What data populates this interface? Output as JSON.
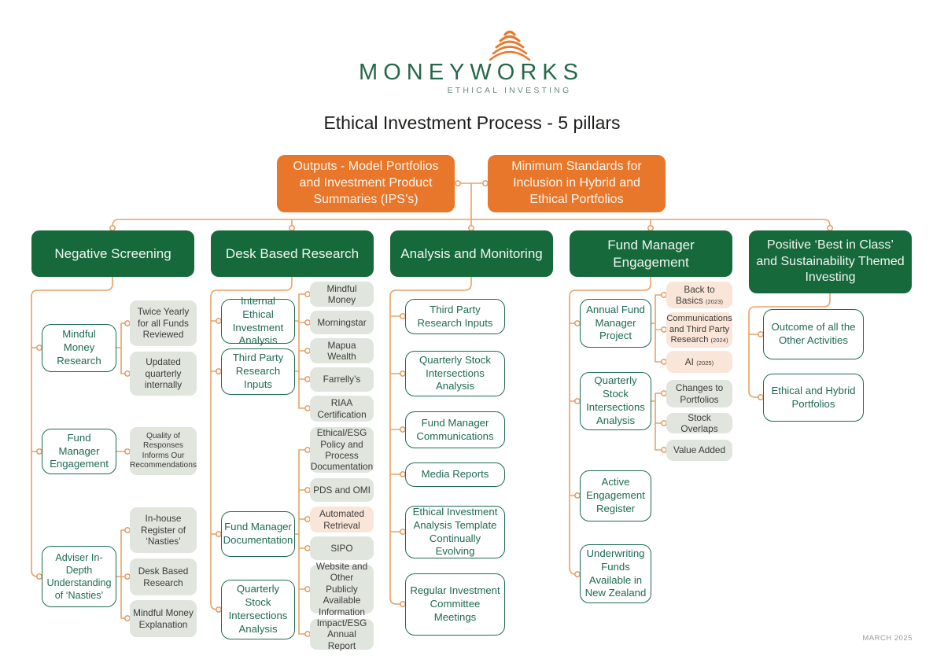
{
  "logo": {
    "brand": "MONEYWORKS",
    "tagline": "ETHICAL INVESTING",
    "icon": "arc-fan-icon"
  },
  "title": "Ethical Investment Process - 5 pillars",
  "date_note": "MARCH 2025",
  "colors": {
    "orange": "#E8772B",
    "pillar_green": "#15693B",
    "outline_green": "#1E6B4F",
    "gray_box": "#E0E5DE",
    "peach_box": "#FAE6D8",
    "connector_orange": "#E8A266"
  },
  "top_boxes": [
    {
      "label": "Outputs - Model Portfolios and Investment Product Summaries (IPS’s)"
    },
    {
      "label": "Minimum Standards for Inclusion in Hybrid and Ethical Portfolios"
    }
  ],
  "pillars": [
    {
      "label": "Negative Screening"
    },
    {
      "label": "Desk Based Research"
    },
    {
      "label": "Analysis and Monitoring"
    },
    {
      "label": "Fund Manager Engagement"
    },
    {
      "label": "Positive ‘Best in Class’ and Sustainability Themed Investing"
    }
  ],
  "col1": {
    "white": [
      {
        "label": "Mindful Money Research"
      },
      {
        "label": "Fund Manager Engagement"
      },
      {
        "label": "Adviser In-Depth Understanding of ‘Nasties’"
      }
    ],
    "gray": [
      {
        "label": "Twice Yearly for all Funds Reviewed"
      },
      {
        "label": "Updated quarterly internally"
      },
      {
        "label": "Quality of Responses Informs Our Recommendations"
      },
      {
        "label": "In-house Register of ‘Nasties’"
      },
      {
        "label": "Desk Based Research"
      },
      {
        "label": "Mindful Money Explanation"
      }
    ]
  },
  "col2": {
    "white": [
      {
        "label": "Internal Ethical Investment Analysis"
      },
      {
        "label": "Third Party Research Inputs"
      },
      {
        "label": "Fund Manager Documentation"
      },
      {
        "label": "Quarterly Stock Intersections Analysis"
      }
    ],
    "gray": [
      {
        "label": "Mindful Money"
      },
      {
        "label": "Morningstar"
      },
      {
        "label": "Mapua Wealth"
      },
      {
        "label": "Farrelly’s"
      },
      {
        "label": "RIAA Certification"
      },
      {
        "label": "Ethical/ESG Policy and Process Documentation"
      },
      {
        "label": "PDS and OMI"
      },
      {
        "label": "Automated Retrieval",
        "highlighted": true
      },
      {
        "label": "SIPO"
      },
      {
        "label": "Website and Other Publicly Available Information"
      },
      {
        "label": "Impact/ESG Annual Report"
      }
    ]
  },
  "col3": {
    "white": [
      {
        "label": "Third Party Research Inputs"
      },
      {
        "label": "Quarterly Stock Intersections Analysis"
      },
      {
        "label": "Fund Manager Communications"
      },
      {
        "label": "Media Reports"
      },
      {
        "label": "Ethical Investment Analysis Template Continually Evolving"
      },
      {
        "label": "Regular Investment Committee Meetings"
      }
    ]
  },
  "col4": {
    "white": [
      {
        "label": "Annual Fund Manager Project"
      },
      {
        "label": "Quarterly Stock Intersections Analysis"
      },
      {
        "label": "Active Engagement Register"
      },
      {
        "label": "Underwriting Funds Available in New Zealand"
      }
    ],
    "projects": [
      {
        "label": "Back to Basics",
        "year": "(2023)"
      },
      {
        "label": "Communications and Third Party Research",
        "year": "(2024)"
      },
      {
        "label": "AI",
        "year": "(2025)"
      }
    ],
    "gray": [
      {
        "label": "Changes to Portfolios"
      },
      {
        "label": "Stock Overlaps"
      },
      {
        "label": "Value Added"
      }
    ]
  },
  "col5": {
    "white": [
      {
        "label": "Outcome of all the Other Activities"
      },
      {
        "label": "Ethical and Hybrid Portfolios"
      }
    ]
  }
}
